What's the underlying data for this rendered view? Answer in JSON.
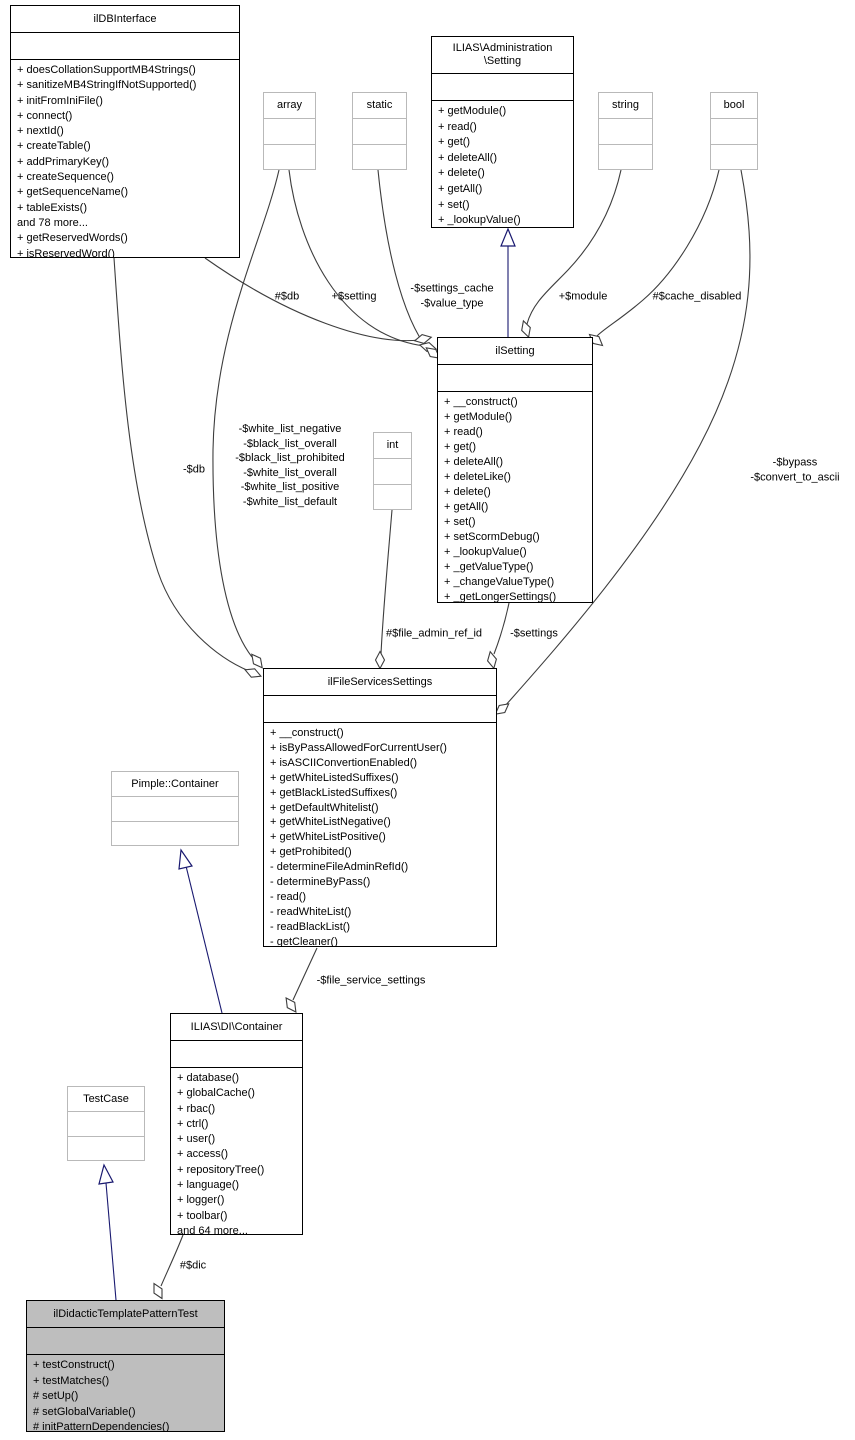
{
  "diagram": {
    "kind": "uml-collaboration-diagram",
    "colors": {
      "edge": "#3d3d3d",
      "inheritance": "#191970",
      "box_border": "#000000",
      "type_box_border": "#b9b9b9",
      "highlight_fill": "#bebebe",
      "background": "#ffffff"
    },
    "classes": [
      {
        "id": "ilDBInterface",
        "title_lines": [
          "ilDBInterface"
        ],
        "methods": [
          "+ doesCollationSupportMB4Strings()",
          "+ sanitizeMB4StringIfNotSupported()",
          "+ initFromIniFile()",
          "+ connect()",
          "+ nextId()",
          "+ createTable()",
          "+ addPrimaryKey()",
          "+ createSequence()",
          "+ getSequenceName()",
          "+ tableExists()",
          "and 78 more...",
          "+ getReservedWords()",
          "+ isReservedWord()"
        ]
      },
      {
        "id": "array",
        "title_lines": [
          "array"
        ],
        "methods": []
      },
      {
        "id": "static",
        "title_lines": [
          "static"
        ],
        "methods": []
      },
      {
        "id": "ILIAS_Administration_Setting",
        "title_lines": [
          "ILIAS\\Administration",
          "\\Setting"
        ],
        "methods": [
          "+ getModule()",
          "+ read()",
          "+ get()",
          "+ deleteAll()",
          "+ delete()",
          "+ getAll()",
          "+ set()",
          "+ _lookupValue()"
        ]
      },
      {
        "id": "string",
        "title_lines": [
          "string"
        ],
        "methods": []
      },
      {
        "id": "bool",
        "title_lines": [
          "bool"
        ],
        "methods": []
      },
      {
        "id": "ilSetting",
        "title_lines": [
          "ilSetting"
        ],
        "methods": [
          "+ __construct()",
          "+ getModule()",
          "+ read()",
          "+ get()",
          "+ deleteAll()",
          "+ deleteLike()",
          "+ delete()",
          "+ getAll()",
          "+ set()",
          "+ setScormDebug()",
          "+ _lookupValue()",
          "+ _getValueType()",
          "+ _changeValueType()",
          "+ _getLongerSettings()"
        ]
      },
      {
        "id": "int",
        "title_lines": [
          "int"
        ],
        "methods": []
      },
      {
        "id": "ilFileServicesSettings",
        "title_lines": [
          "ilFileServicesSettings"
        ],
        "methods": [
          "+ __construct()",
          "+ isByPassAllowedForCurrentUser()",
          "+ isASCIIConvertionEnabled()",
          "+ getWhiteListedSuffixes()",
          "+ getBlackListedSuffixes()",
          "+ getDefaultWhitelist()",
          "+ getWhiteListNegative()",
          "+ getWhiteListPositive()",
          "+ getProhibited()",
          "- determineFileAdminRefId()",
          "- determineByPass()",
          "- read()",
          "- readWhiteList()",
          "- readBlackList()",
          "- getCleaner()"
        ]
      },
      {
        "id": "Pimple_Container",
        "title_lines": [
          "Pimple::Container"
        ],
        "methods": []
      },
      {
        "id": "ILIAS_DI_Container",
        "title_lines": [
          "ILIAS\\DI\\Container"
        ],
        "methods": [
          "+ database()",
          "+ globalCache()",
          "+ rbac()",
          "+ ctrl()",
          "+ user()",
          "+ access()",
          "+ repositoryTree()",
          "+ language()",
          "+ logger()",
          "+ toolbar()",
          "and 64 more..."
        ]
      },
      {
        "id": "TestCase",
        "title_lines": [
          "TestCase"
        ],
        "methods": []
      },
      {
        "id": "ilDidacticTemplatePatternTest",
        "title_lines": [
          "ilDidacticTemplatePatternTest"
        ],
        "methods": [
          "+ testConstruct()",
          "+ testMatches()",
          "# setUp()",
          "# setGlobalVariable()",
          "# initPatternDependencies()"
        ]
      }
    ],
    "edge_labels": [
      {
        "id": "db",
        "lines": [
          "#$db"
        ]
      },
      {
        "id": "setting",
        "lines": [
          "+$setting"
        ]
      },
      {
        "id": "settings_cache",
        "lines": [
          "-$settings_cache",
          "-$value_type"
        ]
      },
      {
        "id": "module",
        "lines": [
          "+$module"
        ]
      },
      {
        "id": "cache_disabled",
        "lines": [
          "#$cache_disabled"
        ]
      },
      {
        "id": "db_fss",
        "lines": [
          "-$db"
        ]
      },
      {
        "id": "white_list",
        "lines": [
          "-$white_list_negative",
          "-$black_list_overall",
          "-$black_list_prohibited",
          "-$white_list_overall",
          "-$white_list_positive",
          "-$white_list_default"
        ]
      },
      {
        "id": "bypass",
        "lines": [
          "-$bypass",
          "-$convert_to_ascii"
        ]
      },
      {
        "id": "file_admin_ref_id",
        "lines": [
          "#$file_admin_ref_id"
        ]
      },
      {
        "id": "settings",
        "lines": [
          "-$settings"
        ]
      },
      {
        "id": "file_service_settings",
        "lines": [
          "-$file_service_settings"
        ]
      },
      {
        "id": "dic",
        "lines": [
          "#$dic"
        ]
      }
    ]
  }
}
